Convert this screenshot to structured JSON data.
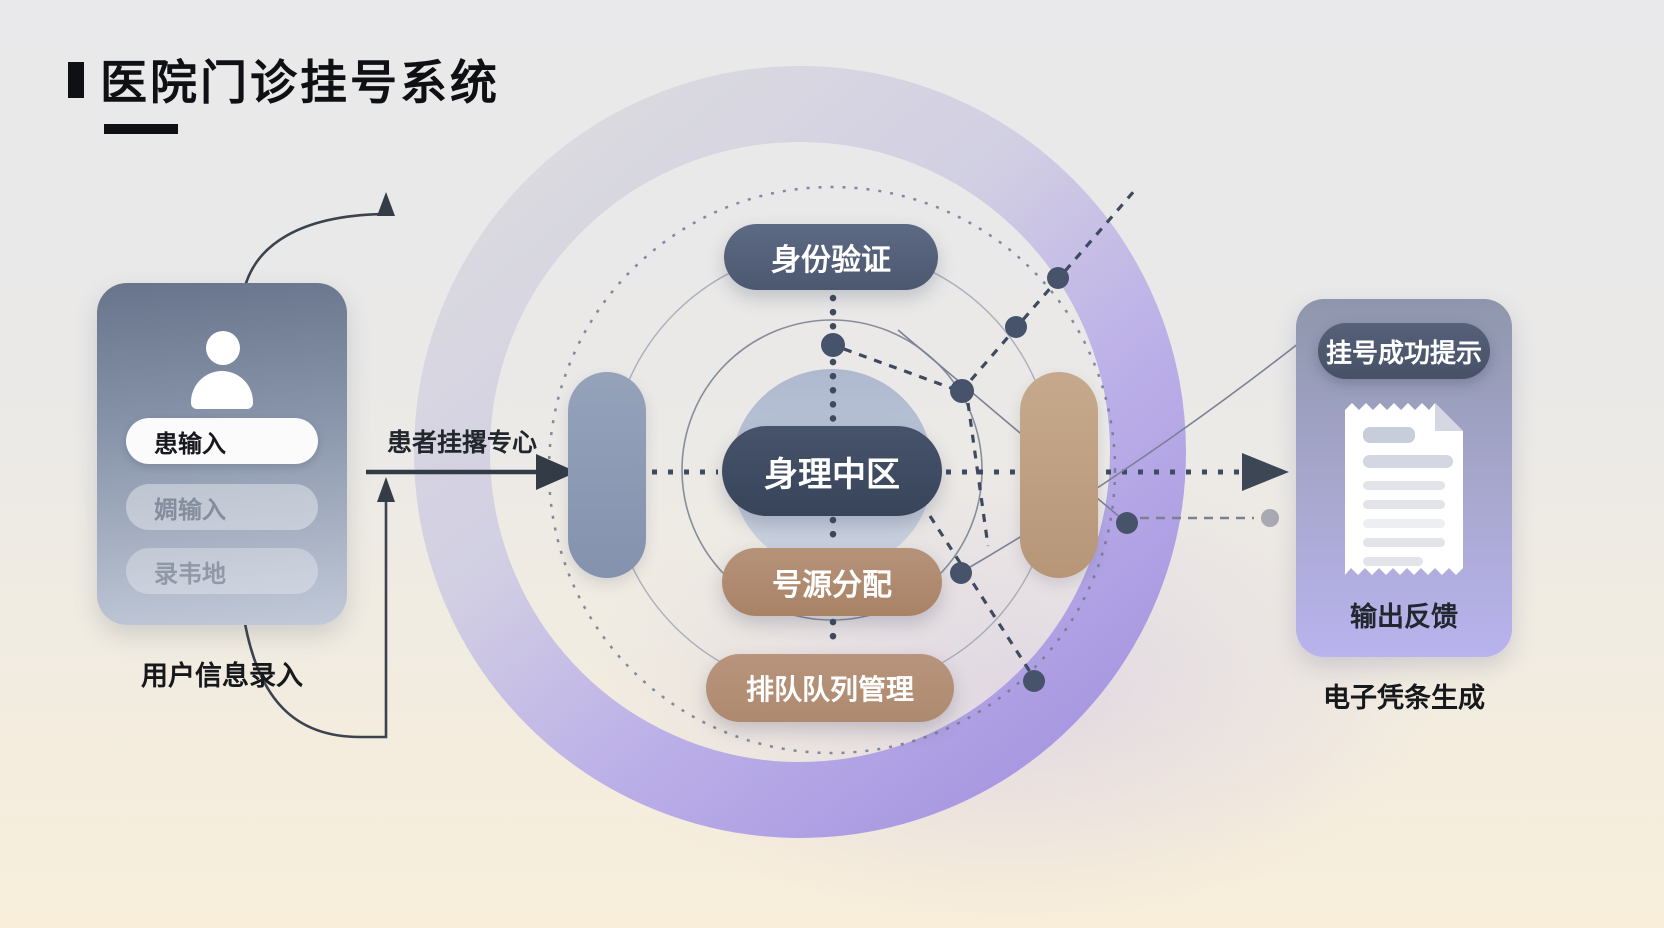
{
  "title": {
    "text": "医院门诊挂号系统"
  },
  "left_card": {
    "icon": "user-icon",
    "inputs": [
      {
        "value": "患输入"
      },
      {
        "value": "婤输入"
      },
      {
        "value": "录韦地"
      }
    ],
    "caption": "用户信息录入"
  },
  "flow": {
    "arrow_label": "患者挂撂专心"
  },
  "center": {
    "nodes": [
      {
        "id": "identity",
        "label": "身份验证",
        "color": "#4c5870"
      },
      {
        "id": "processing",
        "label": "身理中区",
        "color": "#38445a"
      },
      {
        "id": "allocation",
        "label": "号源分配",
        "color": "#a88366"
      },
      {
        "id": "queue",
        "label": "排队队列管理",
        "color": "#ad8a6f"
      }
    ]
  },
  "right_card": {
    "badge": "挂号成功提示",
    "icon": "receipt-icon",
    "feedback": "输出反馈",
    "caption": "电子凭条生成"
  },
  "colors": {
    "ring_gray": "#d9d9dd",
    "ring_purple": "#a493e0",
    "inner_circle": "#b7c1d5",
    "node_dot": "#46536b",
    "arrow_dark": "#343c48",
    "left_card_top": "#67748b",
    "left_card_bottom": "#c2cad9",
    "right_card_top": "#8e96ac",
    "right_card_bottom": "#b9b3ee"
  }
}
